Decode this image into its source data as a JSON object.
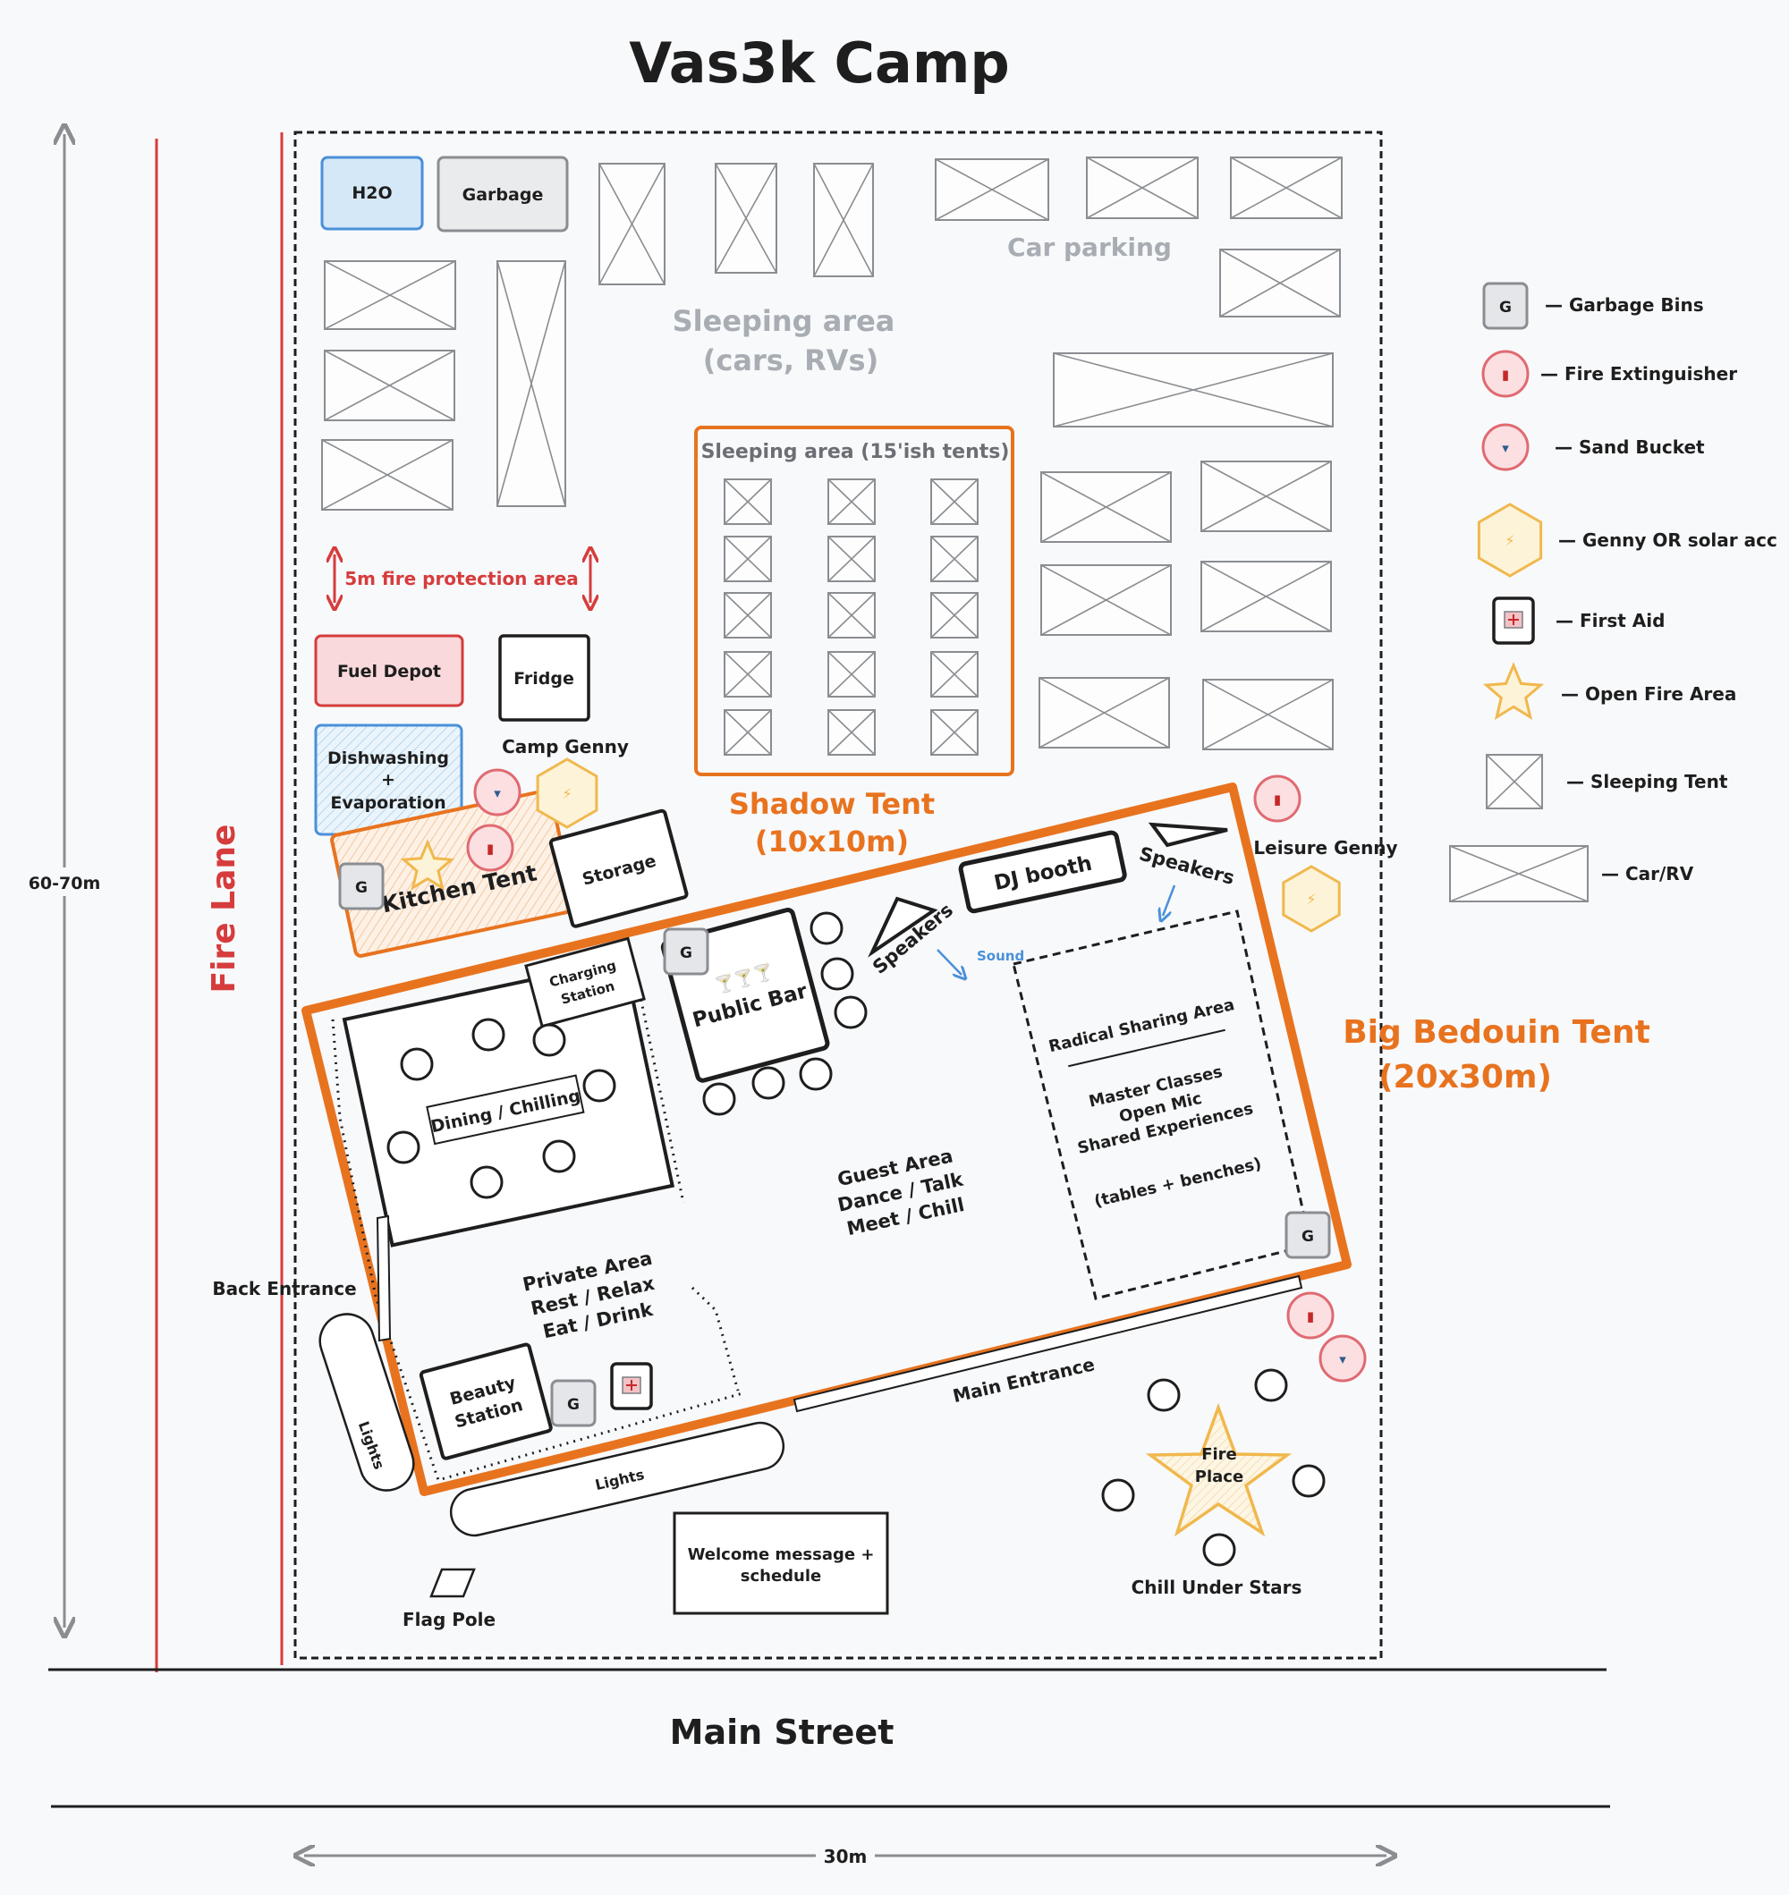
{
  "title": "Vas3k Camp",
  "dimensions": {
    "height": "60-70m",
    "width": "30m"
  },
  "street": "Main Street",
  "fire_lane": "Fire Lane",
  "fire_protection": "5m fire protection area",
  "areas": {
    "h2o": "H2O",
    "garbage": "Garbage",
    "car_parking": "Car parking",
    "sleeping_cars_line1": "Sleeping area",
    "sleeping_cars_line2": "(cars, RVs)",
    "sleeping_tents": "Sleeping area (15'ish tents)",
    "fuel_depot": "Fuel Depot",
    "fridge": "Fridge",
    "dishwashing_line1": "Dishwashing",
    "dishwashing_line2": "+",
    "dishwashing_line3": "Evaporation",
    "camp_genny": "Camp Genny",
    "kitchen_tent": "Kitchen Tent",
    "storage": "Storage",
    "shadow_tent_line1": "Shadow Tent",
    "shadow_tent_line2": "(10x10m)",
    "dj_booth": "DJ booth",
    "speakers": "Speakers",
    "sound": "Sound",
    "leisure_genny": "Leisure Genny",
    "charging_line1": "Charging",
    "charging_line2": "Station",
    "public_bar": "Public Bar",
    "dining": "Dining / Chilling",
    "radical_sharing": "Radical Sharing Area",
    "sharing_line1": "Master Classes",
    "sharing_line2": "Open Mic",
    "sharing_line3": "Shared Experiences",
    "sharing_line4": "(tables + benches)",
    "big_bedouin_line1": "Big Bedouin Tent",
    "big_bedouin_line2": "(20x30m)",
    "guest_line1": "Guest Area",
    "guest_line2": "Dance / Talk",
    "guest_line3": "Meet / Chill",
    "private_line1": "Private Area",
    "private_line2": "Rest / Relax",
    "private_line3": "Eat / Drink",
    "back_entrance": "Back Entrance",
    "main_entrance": "Main Entrance",
    "beauty_line1": "Beauty",
    "beauty_line2": "Station",
    "lights": "Lights",
    "welcome_line1": "Welcome message +",
    "welcome_line2": "schedule",
    "flag_pole": "Flag Pole",
    "fire_place_line1": "Fire",
    "fire_place_line2": "Place",
    "chill_under_stars": "Chill Under Stars"
  },
  "legend": [
    {
      "icon": "garbage-bin-icon",
      "label": "— Garbage Bins"
    },
    {
      "icon": "fire-extinguisher-icon",
      "label": "— Fire Extinguisher"
    },
    {
      "icon": "sand-bucket-icon",
      "label": "— Sand Bucket"
    },
    {
      "icon": "generator-icon",
      "label": "— Genny OR solar acc"
    },
    {
      "icon": "first-aid-icon",
      "label": "— First Aid"
    },
    {
      "icon": "open-fire-star-icon",
      "label": "— Open Fire Area"
    },
    {
      "icon": "sleeping-tent-icon",
      "label": "— Sleeping Tent"
    },
    {
      "icon": "car-rv-icon",
      "label": "— Car/RV"
    }
  ],
  "colors": {
    "accent": "#e8731f",
    "fire": "#d63c3c",
    "water": "#4a90d9",
    "muted": "#a8adb3",
    "ink": "#1e1e1e"
  }
}
